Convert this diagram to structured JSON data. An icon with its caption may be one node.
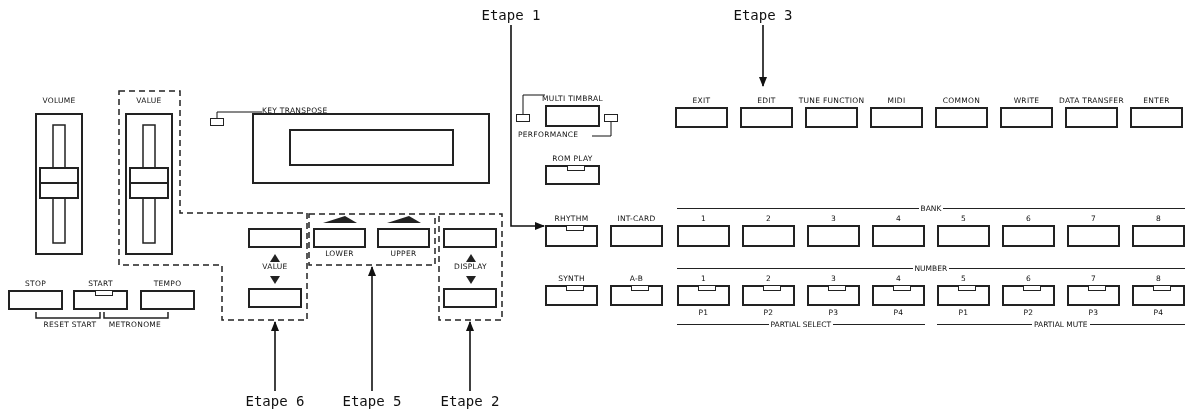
{
  "diagram": {
    "nodes": [
      {
        "text": [
          "Etape 1"
        ]
      },
      {
        "text": [
          "Etape 3"
        ]
      },
      {
        "text": [
          "Etape 6"
        ]
      },
      {
        "text": [
          "Etape 5"
        ]
      },
      {
        "text": [
          "Etape 2"
        ]
      },
      {
        "text": [
          "VOLUME"
        ]
      },
      {
        "text": [
          "VALUE"
        ]
      },
      {
        "text": [
          "VALUE"
        ],
        "in": 6
      },
      {
        "text": [],
        "shape": "box",
        "in": 6
      },
      {
        "text": [],
        "shape": "box",
        "in": 6
      },
      {
        "text": [],
        "shape": "box"
      },
      {
        "text": [
          "LOWER"
        ],
        "in": 10
      },
      {
        "text": [
          "UPPER"
        ],
        "in": 10
      },
      {
        "text": [
          "DISPLAY"
        ]
      },
      {
        "text": [],
        "shape": "box",
        "in": 13
      },
      {
        "text": [],
        "shape": "box",
        "in": 13
      },
      {
        "text": [
          "KEY TRANSPOSE"
        ]
      },
      {
        "text": [],
        "shape": "box"
      },
      {
        "text": [
          "MULTI TIMBRAL"
        ]
      },
      {
        "text": [],
        "shape": "box"
      },
      {
        "text": [],
        "shape": "box"
      },
      {
        "text": [
          "PERFORMANCE"
        ]
      },
      {
        "text": [
          "ROM PLAY"
        ]
      },
      {
        "text": [
          "EXIT"
        ]
      },
      {
        "text": [
          "EDIT"
        ]
      },
      {
        "text": [
          "TUNE FUNCTION"
        ]
      },
      {
        "text": [
          "MIDI"
        ]
      },
      {
        "text": [
          "COMMON"
        ]
      },
      {
        "text": [
          "WRITE"
        ]
      },
      {
        "text": [
          "DATA TRANSFER"
        ]
      },
      {
        "text": [
          "ENTER"
        ]
      },
      {
        "text": [
          "RHYTHM"
        ]
      },
      {
        "text": [
          "INT-CARD"
        ]
      },
      {
        "text": [
          "1"
        ]
      },
      {
        "text": [
          "2"
        ]
      },
      {
        "text": [
          "3"
        ]
      },
      {
        "text": [
          "4"
        ]
      },
      {
        "text": [
          "5"
        ]
      },
      {
        "text": [
          "6"
        ]
      },
      {
        "text": [
          "7"
        ]
      },
      {
        "text": [
          "8"
        ]
      },
      {
        "text": [
          "SYNTH"
        ]
      },
      {
        "text": [
          "A-B"
        ]
      },
      {
        "text": [
          "1"
        ],
        "beside": [
          "P1"
        ]
      },
      {
        "text": [
          "2"
        ],
        "beside": [
          "P2"
        ]
      },
      {
        "text": [
          "3"
        ],
        "beside": [
          "P3"
        ]
      },
      {
        "text": [
          "4"
        ],
        "beside": [
          "P4"
        ]
      },
      {
        "text": [
          "5"
        ],
        "beside": [
          "P1"
        ]
      },
      {
        "text": [
          "6"
        ],
        "beside": [
          "P2"
        ]
      },
      {
        "text": [
          "7"
        ],
        "beside": [
          "P3"
        ]
      },
      {
        "text": [
          "8"
        ],
        "beside": [
          "P4"
        ]
      },
      {
        "text": [
          "STOP"
        ]
      },
      {
        "text": [
          "START"
        ]
      },
      {
        "text": [
          "TEMPO"
        ]
      }
    ],
    "edges": [
      {
        "from": 0,
        "to": 31,
        "arrow": "to"
      },
      {
        "from": 1,
        "to": 24,
        "arrow": "to"
      },
      {
        "from": 2,
        "to": 6,
        "arrow": "to"
      },
      {
        "from": 3,
        "to": 10,
        "arrow": "to"
      },
      {
        "from": 4,
        "to": 13,
        "arrow": "to"
      },
      {
        "from": 16,
        "to": 17,
        "arrow": "none"
      },
      {
        "from": 18,
        "to": 19,
        "arrow": "none"
      },
      {
        "from": 21,
        "to": 20,
        "arrow": "none"
      }
    ],
    "labels": [
      "BANK",
      "NUMBER",
      "RESET START",
      "METRONOME",
      "PARTIAL SELECT",
      "PARTIAL MUTE"
    ]
  }
}
